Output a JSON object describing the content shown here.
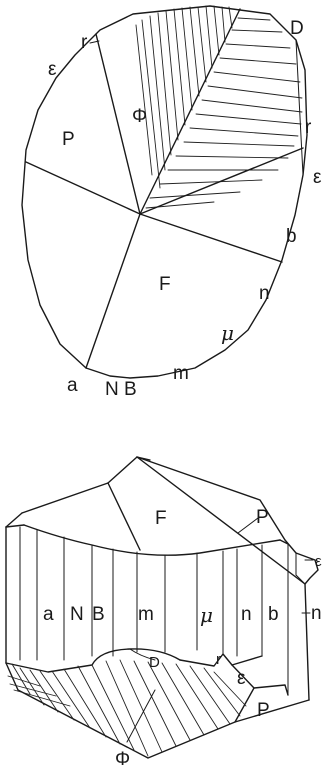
{
  "top_diagram": {
    "face_labels": {
      "phi": "Φ",
      "P": "P",
      "F": "F",
      "r_left": "r",
      "eps_left": "ε",
      "D": "D",
      "r_right": "r",
      "eps_right": "ε",
      "b": "b",
      "n": "n",
      "mu": "μ",
      "m": "m",
      "B": "B",
      "N": "N",
      "a": "a"
    }
  },
  "bottom_diagram": {
    "face_labels": {
      "F": "F",
      "P_top": "P",
      "eps_top": "ε",
      "n_right": "n",
      "a": "a",
      "N": "N",
      "B": "B",
      "m": "m",
      "mu": "μ",
      "n": "n",
      "b": "b",
      "D": "D",
      "r": "r",
      "eps": "ε",
      "P_bottom": "P",
      "phi": "Φ"
    }
  }
}
